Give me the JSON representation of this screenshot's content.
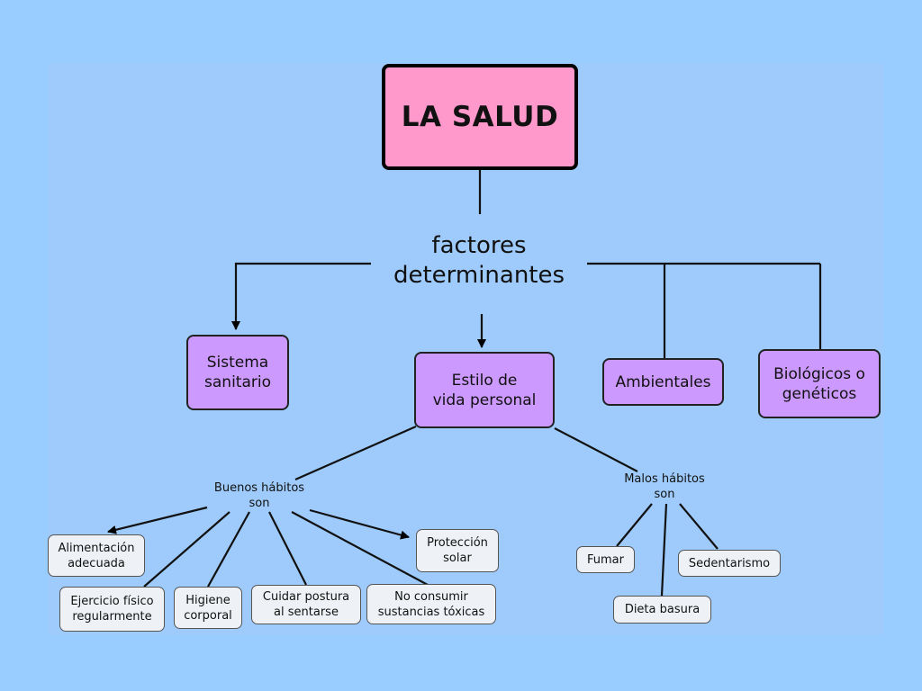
{
  "root": {
    "label": "LA SALUD"
  },
  "connector": {
    "label": "factores\ndeterminantes"
  },
  "categories": {
    "sanitario": "Sistema\nsanitario",
    "estilo": "Estilo de\nvida personal",
    "ambientales": "Ambientales",
    "biologicos": "Biológicos o\ngenéticos"
  },
  "good": {
    "label": "Buenos hábitos\nson",
    "items": {
      "alimentacion": "Alimentación\nadecuada",
      "ejercicio": "Ejercicio físico\nregularmente",
      "higiene": "Higiene\ncorporal",
      "postura": "Cuidar postura\nal sentarse",
      "sustancias": "No consumir\nsustancias tóxicas",
      "proteccion": "Protección\nsolar"
    }
  },
  "bad": {
    "label": "Malos hábitos\nson",
    "items": {
      "fumar": "Fumar",
      "dieta": "Dieta basura",
      "sedentarismo": "Sedentarismo"
    }
  }
}
